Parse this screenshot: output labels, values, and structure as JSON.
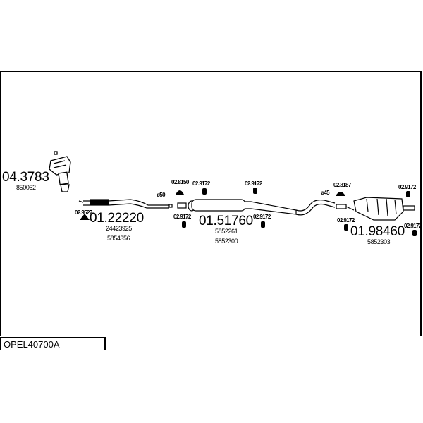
{
  "diagram_code": "OPEL40700A",
  "parts": {
    "manifold": {
      "number": "04.3783",
      "ref": "850062"
    },
    "front_pipe": {
      "number": "01.22220",
      "refs": [
        "24423925",
        "5854356"
      ],
      "gasket": "02.9527"
    },
    "middle_muffler": {
      "number": "01.51760",
      "refs": [
        "5852261",
        "5852300"
      ],
      "clamp": "02.8150",
      "diameter": "ø50"
    },
    "rear_muffler": {
      "number": "01.98460",
      "ref": "5852303",
      "clamp": "02.8187",
      "diameter": "ø45"
    },
    "rubber_mounts": [
      "02.9172",
      "02.9172",
      "02.9172",
      "02.9172",
      "02.9172",
      "02.9172",
      "02.9172"
    ]
  }
}
